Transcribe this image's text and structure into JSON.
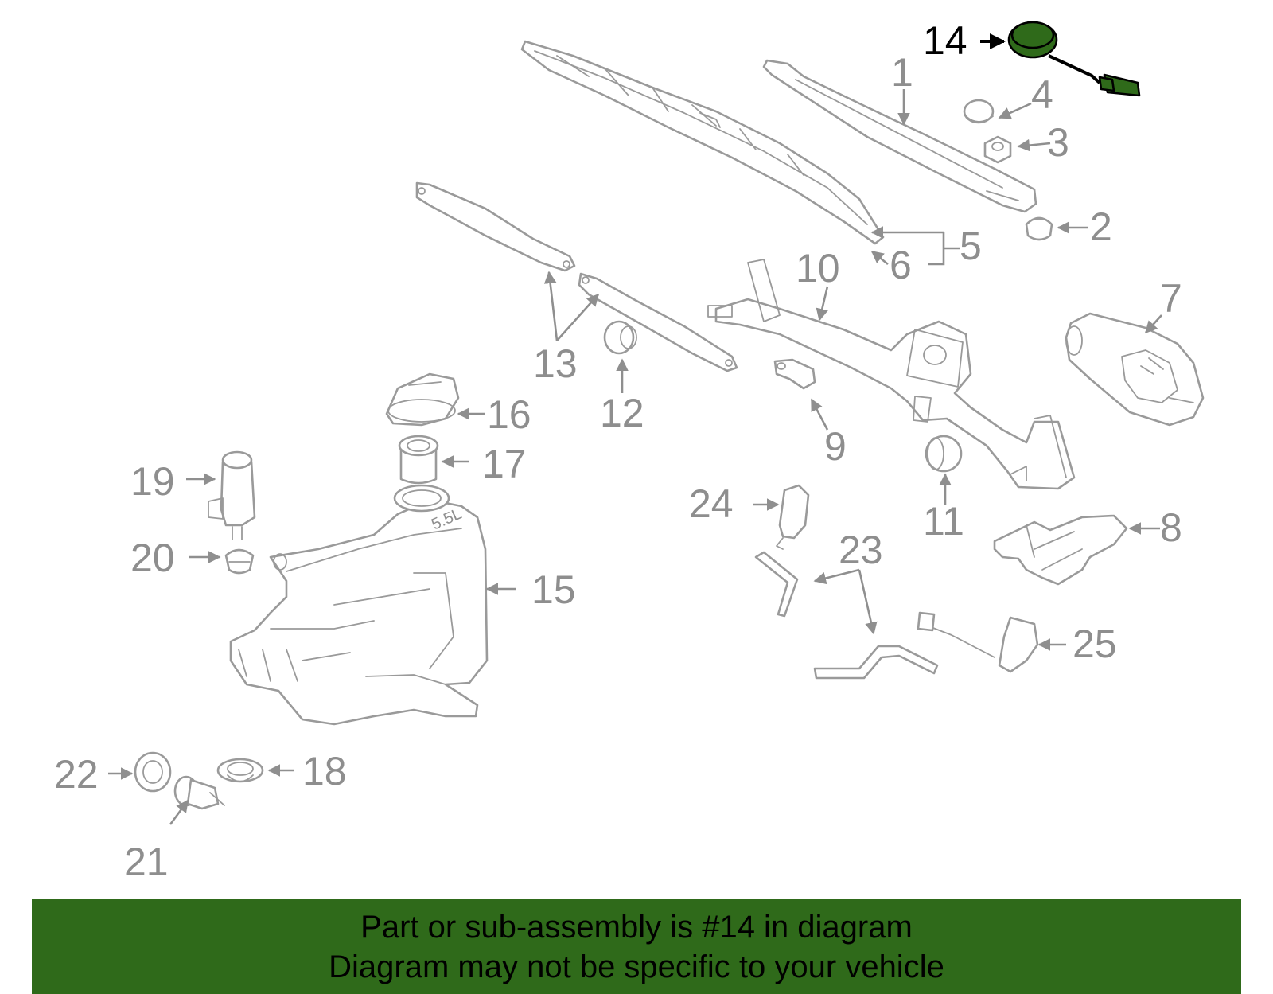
{
  "diagram": {
    "highlighted_part": "14",
    "highlight_color": "#2f6a1a",
    "callouts": [
      "1",
      "2",
      "3",
      "4",
      "5",
      "6",
      "7",
      "8",
      "9",
      "10",
      "11",
      "12",
      "13",
      "14",
      "15",
      "16",
      "17",
      "18",
      "19",
      "20",
      "21",
      "22",
      "23",
      "24",
      "25"
    ],
    "tank_label": "5.5L"
  },
  "footer": {
    "line1": "Part or sub-assembly is #14 in diagram",
    "line2": "Diagram may not be specific to your vehicle",
    "background": "#2f6a1a"
  }
}
